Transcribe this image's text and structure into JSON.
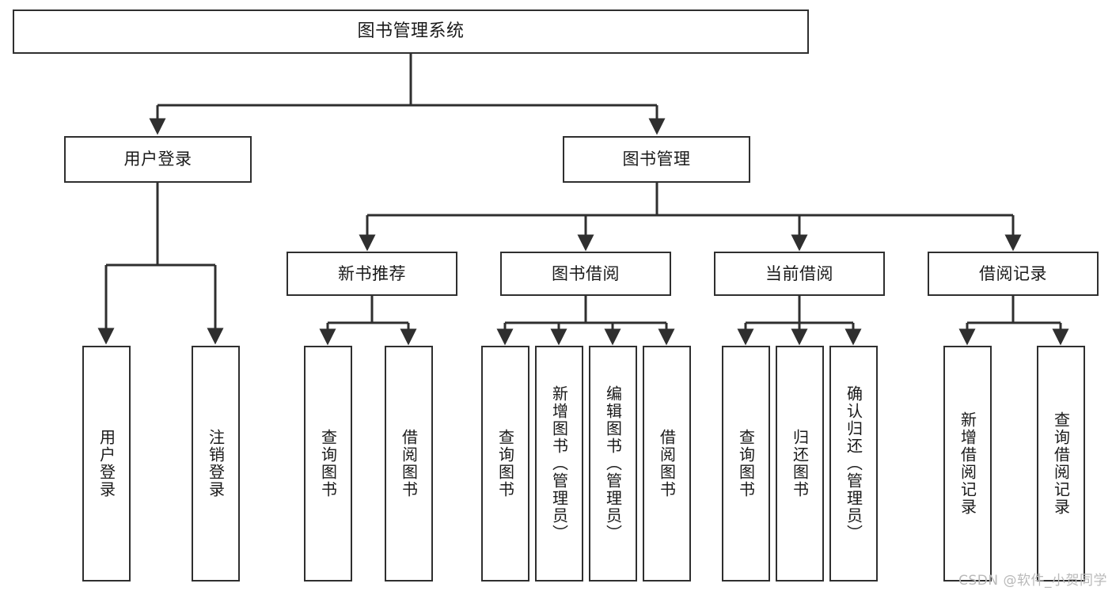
{
  "diagram": {
    "title": "图书管理系统",
    "type": "tree",
    "orientation": "top-down",
    "colors": {
      "box_border": "#2f2f2f",
      "box_fill": "#ffffff",
      "connector": "#2f2f2f",
      "text": "#1a1a1a",
      "watermark": "#b9b9b9",
      "background": "#ffffff"
    },
    "nodes": {
      "root": {
        "id": "root",
        "label": "图书管理系统",
        "level": 0,
        "text_mode": "horizontal"
      },
      "level1": [
        {
          "id": "user-login",
          "label": "用户登录",
          "level": 1,
          "text_mode": "horizontal"
        },
        {
          "id": "book-management",
          "label": "图书管理",
          "level": 1,
          "text_mode": "horizontal"
        }
      ],
      "level2": [
        {
          "id": "new-book-recommend",
          "label": "新书推荐",
          "level": 2,
          "parent": "book-management",
          "text_mode": "horizontal"
        },
        {
          "id": "book-borrow",
          "label": "图书借阅",
          "level": 2,
          "parent": "book-management",
          "text_mode": "horizontal"
        },
        {
          "id": "current-borrow",
          "label": "当前借阅",
          "level": 2,
          "parent": "book-management",
          "text_mode": "horizontal"
        },
        {
          "id": "borrow-record",
          "label": "借阅记录",
          "level": 2,
          "parent": "book-management",
          "text_mode": "horizontal"
        }
      ],
      "leaves": [
        {
          "id": "leaf-user-login",
          "label": "用户登录",
          "parent": "user-login",
          "text_mode": "vertical"
        },
        {
          "id": "leaf-user-logout",
          "label": "注销登录",
          "parent": "user-login",
          "text_mode": "vertical"
        },
        {
          "id": "leaf-query-book-recommend",
          "label": "查询图书",
          "parent": "new-book-recommend",
          "text_mode": "vertical"
        },
        {
          "id": "leaf-borrow-book-recommend",
          "label": "借阅图书",
          "parent": "new-book-recommend",
          "text_mode": "vertical"
        },
        {
          "id": "leaf-query-book-borrow",
          "label": "查询图书",
          "parent": "book-borrow",
          "text_mode": "vertical"
        },
        {
          "id": "leaf-add-book-admin",
          "label": "新增图书（管理员）",
          "parent": "book-borrow",
          "text_mode": "vertical"
        },
        {
          "id": "leaf-edit-book-admin",
          "label": "编辑图书（管理员）",
          "parent": "book-borrow",
          "text_mode": "vertical"
        },
        {
          "id": "leaf-borrow-book",
          "label": "借阅图书",
          "parent": "book-borrow",
          "text_mode": "vertical"
        },
        {
          "id": "leaf-query-book-current",
          "label": "查询图书",
          "parent": "current-borrow",
          "text_mode": "vertical"
        },
        {
          "id": "leaf-return-book",
          "label": "归还图书",
          "parent": "current-borrow",
          "text_mode": "vertical"
        },
        {
          "id": "leaf-confirm-return-admin",
          "label": "确认归还（管理员）",
          "parent": "current-borrow",
          "text_mode": "vertical"
        },
        {
          "id": "leaf-add-borrow-record",
          "label": "新增借阅记录",
          "parent": "borrow-record",
          "text_mode": "vertical"
        },
        {
          "id": "leaf-query-borrow-record",
          "label": "查询借阅记录",
          "parent": "borrow-record",
          "text_mode": "vertical"
        }
      ]
    },
    "watermark": "CSDN @软件_小贺同学"
  }
}
